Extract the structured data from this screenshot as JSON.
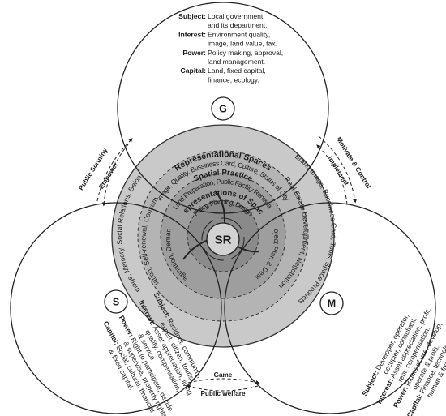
{
  "government": {
    "letter": "G",
    "rows": [
      {
        "key": "Subject:",
        "lines": [
          "Local government,",
          "and its department."
        ]
      },
      {
        "key": "Interest:",
        "lines": [
          "Environment quality,",
          "image, land value, tax."
        ]
      },
      {
        "key": "Power:",
        "lines": [
          "Policy making, approval,",
          "land management."
        ]
      },
      {
        "key": "Capital:",
        "lines": [
          "Land, fixed capital,",
          "finance, ecology."
        ]
      }
    ]
  },
  "society": {
    "letter": "S",
    "rows": [
      {
        "key": "Subject:",
        "lines": [
          "Resident, community,",
          "expert, citizen, tourist."
        ]
      },
      {
        "key": "Interest:",
        "lines": [
          "Asset appreciation, living",
          "quality, compensation,",
          "& service."
        ]
      },
      {
        "key": "Power:",
        "lines": [
          "Right to participate, decide",
          "& supervise, property rights."
        ]
      },
      {
        "key": "Capital:",
        "lines": [
          "Social, cultural, financial",
          "& fixed capital."
        ]
      }
    ]
  },
  "market": {
    "letter": "M",
    "rows": [
      {
        "key": "Subject:",
        "lines": [
          "Developer, operator,",
          "occupier, consultant."
        ]
      },
      {
        "key": "Interest:",
        "lines": [
          "Asset appreciation, profit,",
          "rent, compensation."
        ]
      },
      {
        "key": "Power:",
        "lines": [
          "Rights of use, develop,",
          "operate & profit."
        ]
      },
      {
        "key": "Capital:",
        "lines": [
          "Finance, technology,",
          "human & fixed capital."
        ]
      }
    ]
  },
  "center": "SR",
  "rings": {
    "outer_title": "Representational Spaces",
    "outer_top": "Image, Quality, Bussiness Card, Culture, Status of City",
    "middle_title": "Spatial Practice",
    "middle_top": "Land Preparation, Public Facility Renewal",
    "inner_title": "Representations of Space",
    "inner_top": "Policy, Planning, Design",
    "outer_left": "City Image, Memory, Social Relations, Belonging",
    "outer_right": "Brand Image, Bussiness Card, Tools, Space Products",
    "middle_left": "Negotiation, Self-renewal, Consumption",
    "middle_right": "Real Estate Development, Negotiation",
    "inner_left": "Imagination, Demand",
    "inner_right": "Project Plan & Design"
  },
  "relations": {
    "gs_outer": "Public Scrutiny",
    "gs_inner": "Empower",
    "gm_outer": "Motivate & Control",
    "gm_inner": "Implement",
    "sm_top": "Game",
    "sm_bottom": "Public welfare"
  }
}
